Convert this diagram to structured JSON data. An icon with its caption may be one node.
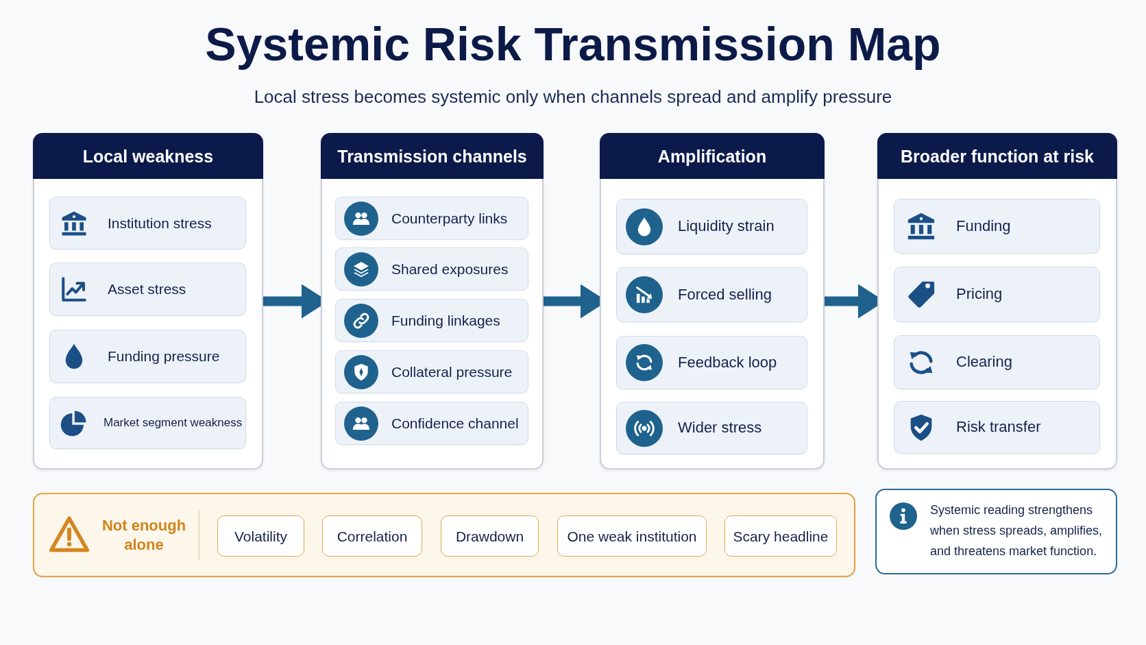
{
  "diagram": {
    "title": "Systemic Risk Transmission Map",
    "nodes": [
      {
        "text": [
          "Local weakness"
        ]
      },
      {
        "text": [
          "Institution stress"
        ],
        "in": 0
      },
      {
        "text": [
          "Asset stress"
        ],
        "in": 0
      },
      {
        "text": [
          "Funding pressure"
        ],
        "in": 0
      },
      {
        "text": [
          "Market segment weakness"
        ],
        "in": 0
      },
      {
        "text": [
          "Transmission channels"
        ]
      },
      {
        "text": [
          "Counterparty links"
        ],
        "in": 5
      },
      {
        "text": [
          "Shared exposures"
        ],
        "in": 5
      },
      {
        "text": [
          "Funding linkages"
        ],
        "in": 5
      },
      {
        "text": [
          "Collateral pressure"
        ],
        "in": 5
      },
      {
        "text": [
          "Confidence channel"
        ],
        "in": 5
      },
      {
        "text": [
          "Amplification"
        ]
      },
      {
        "text": [
          "Liquidity strain"
        ],
        "in": 11
      },
      {
        "text": [
          "Forced selling"
        ],
        "in": 11
      },
      {
        "text": [
          "Feedback loop"
        ],
        "in": 11
      },
      {
        "text": [
          "Wider stress"
        ],
        "in": 11
      },
      {
        "text": [
          "Broader function at risk"
        ]
      },
      {
        "text": [
          "Funding"
        ],
        "in": 16
      },
      {
        "text": [
          "Pricing"
        ],
        "in": 16
      },
      {
        "text": [
          "Clearing"
        ],
        "in": 16
      },
      {
        "text": [
          "Risk transfer"
        ],
        "in": 16
      },
      {
        "text": [
          "Not enough alone"
        ]
      },
      {
        "text": [
          "Volatility"
        ],
        "in": 21
      },
      {
        "text": [
          "Correlation"
        ],
        "in": 21
      },
      {
        "text": [
          "Drawdown"
        ],
        "in": 21
      },
      {
        "text": [
          "One weak institution"
        ],
        "in": 21
      },
      {
        "text": [
          "Scary headline"
        ],
        "in": 21
      },
      {
        "text": [
          "Systemic reading strengthens when stress spreads, amplifies, and threatens market function."
        ]
      }
    ],
    "edges": [
      {
        "from": 0,
        "to": 5,
        "arrow": "to"
      },
      {
        "from": 5,
        "to": 11,
        "arrow": "to"
      },
      {
        "from": 11,
        "to": 16,
        "arrow": "to"
      }
    ],
    "labels": [
      "Local stress becomes systemic only when channels spread and amplify pressure"
    ]
  }
}
